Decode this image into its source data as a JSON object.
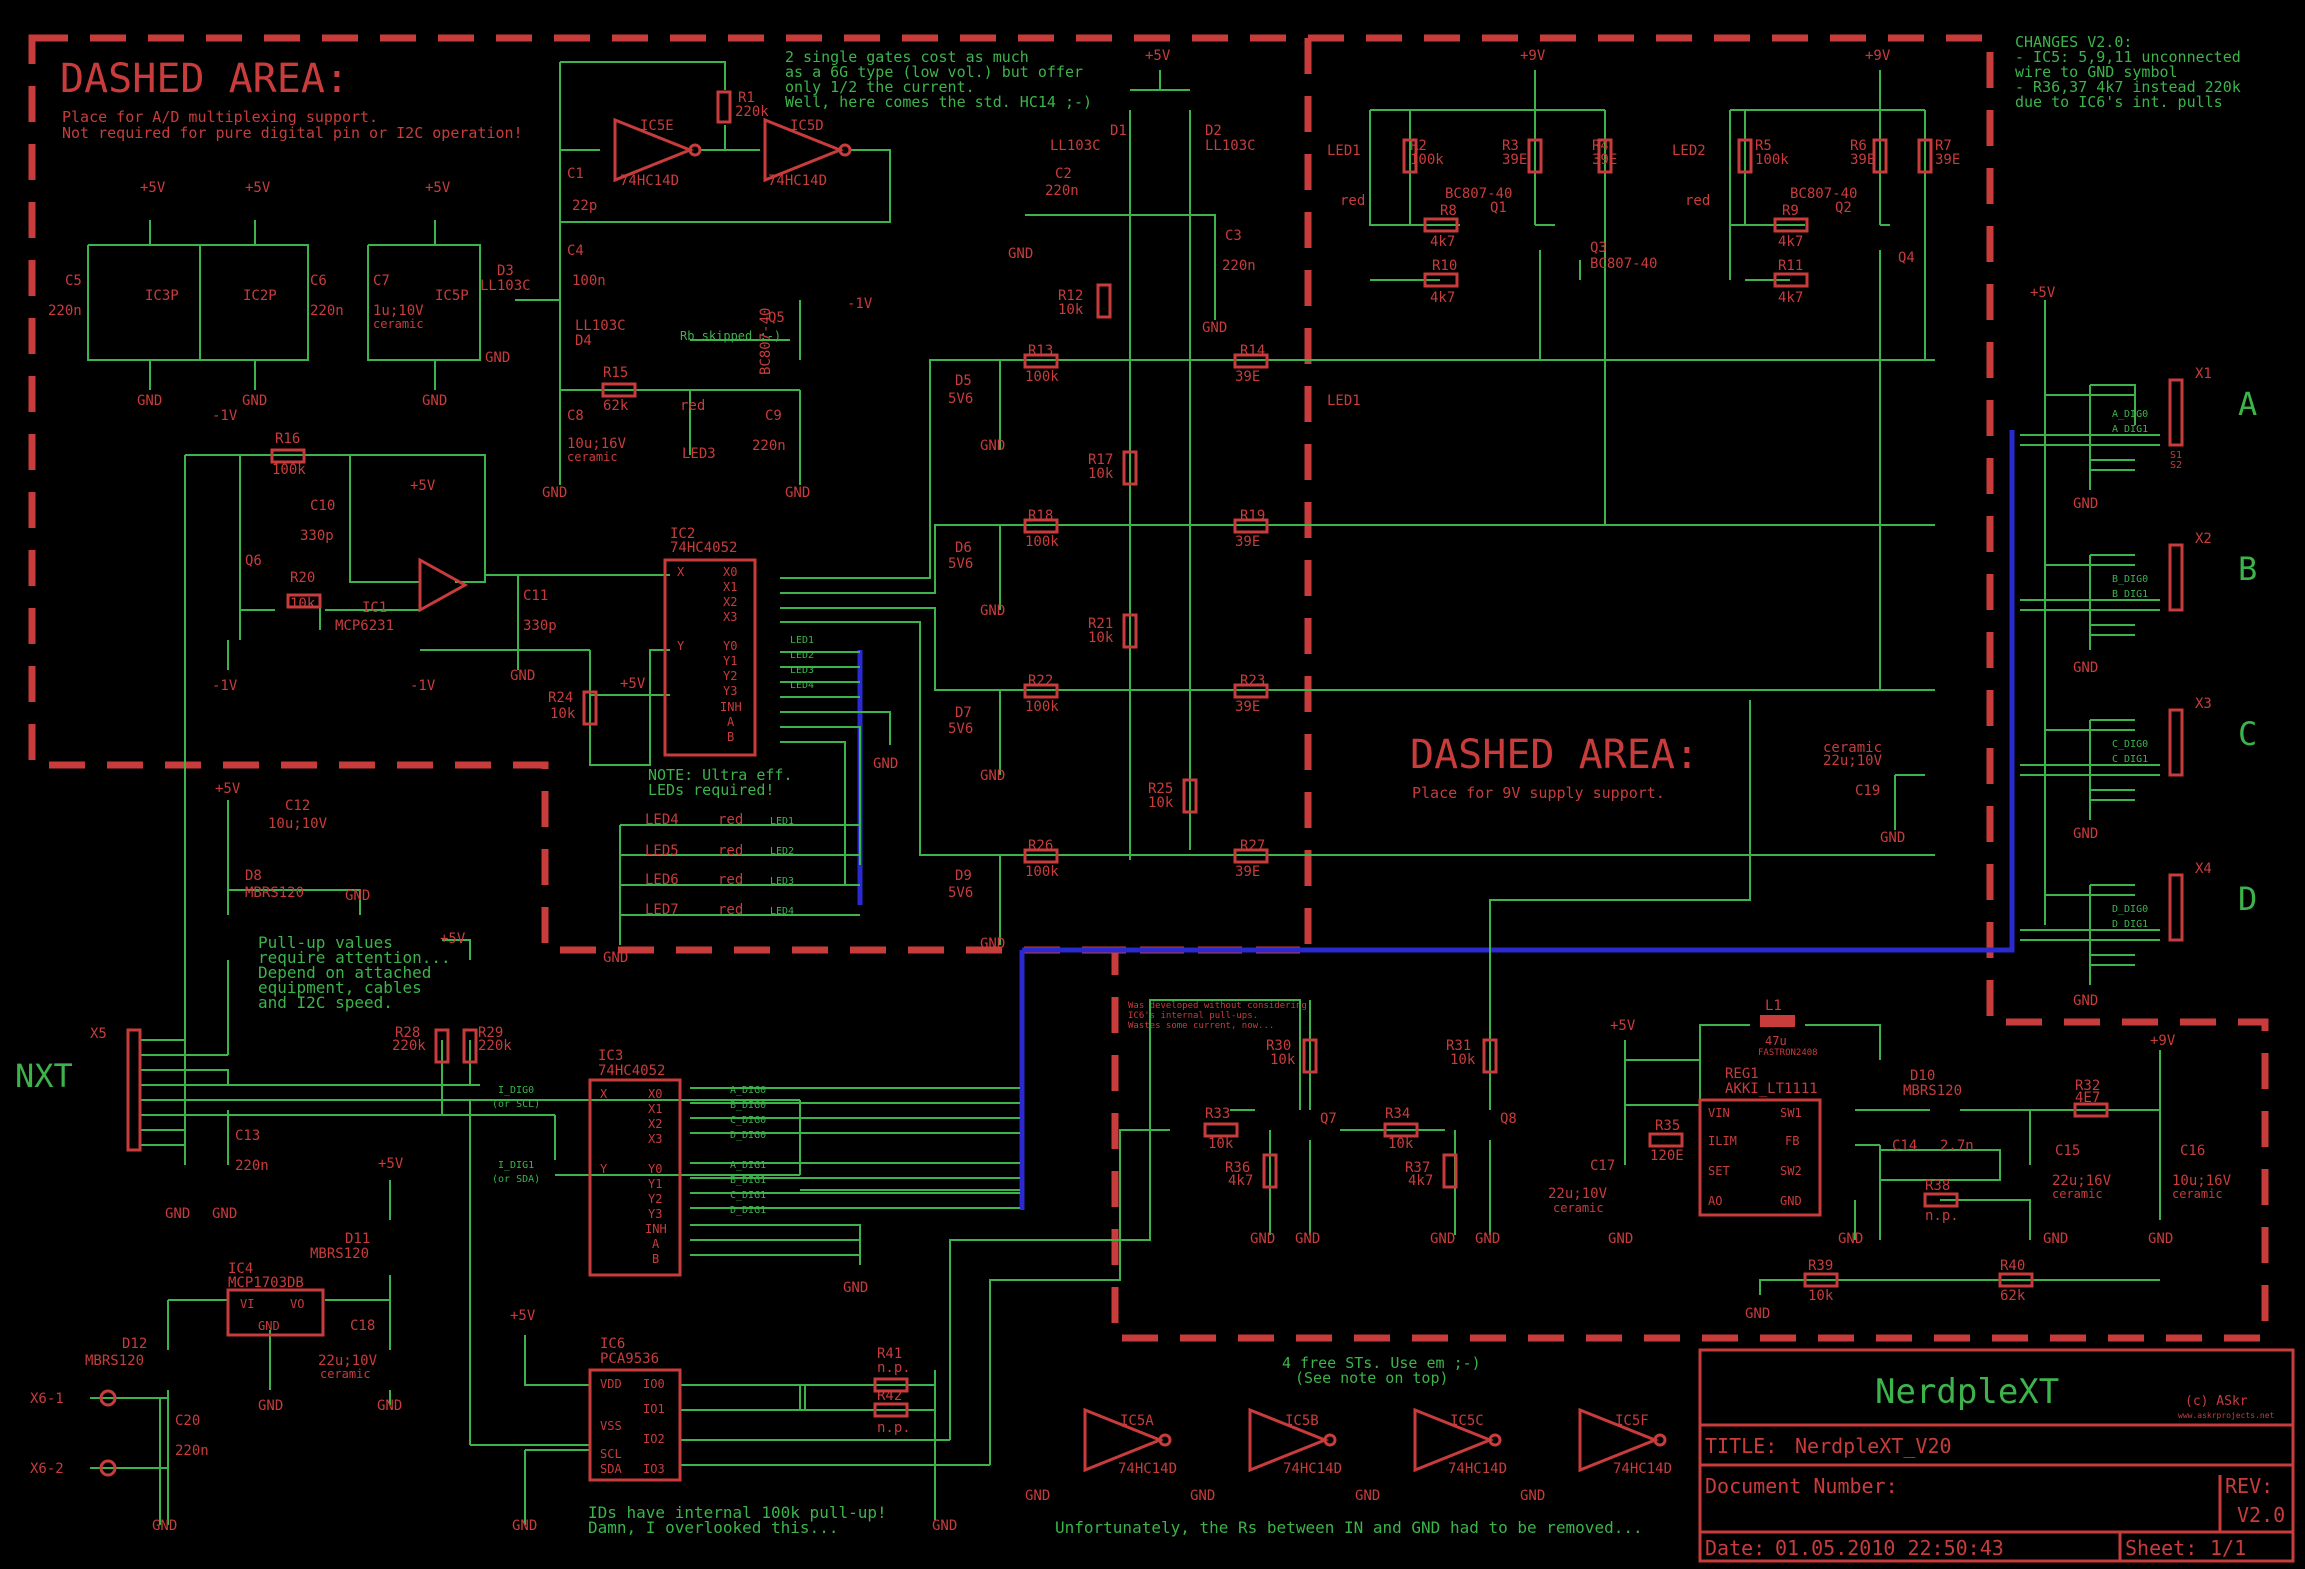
{
  "dashed_area_top": {
    "title": "DASHED AREA:",
    "line1": "Place for A/D multiplexing support.",
    "line2": "Not required for pure digital pin or I2C operation!"
  },
  "dashed_area_right": {
    "title": "DASHED AREA:",
    "line1": "Place for 9V supply support."
  },
  "notes": {
    "hc14": [
      "2 single gates cost as much",
      "as a 6G type (low vol.) but offer",
      "only 1/2 the current.",
      "Well, here comes the std. HC14 ;-)"
    ],
    "changes": [
      "CHANGES V2.0:",
      "- IC5: 5,9,11 unconnected",
      "  wire to GND symbol",
      "- R36,37 4k7 instead 220k",
      "  due to IC6's int. pulls"
    ],
    "rb_skipped": "Rb skipped ;-)",
    "ultra_eff": [
      "NOTE: Ultra eff.",
      "LEDs required!"
    ],
    "pullup": [
      "Pull-up values",
      "require attention...",
      "Depend on attached",
      "equipment, cables",
      "and I2C speed."
    ],
    "developed": [
      "Was developed without considering",
      "IC6's internal pull-ups.",
      "Wastes some current, now..."
    ],
    "free_st": [
      "4 free STs. Use em ;-)",
      "(See note on top)"
    ],
    "ids_pullup": [
      "IDs have internal 100k pull-up!",
      "Damn, I overlooked this..."
    ],
    "rs_removed": "Unfortunately, the Rs between IN and GND had to be removed..."
  },
  "ports": [
    "A",
    "B",
    "C",
    "D"
  ],
  "nxt_label": "NXT",
  "connectors": {
    "x1": "X1",
    "x2": "X2",
    "x3": "X3",
    "x4": "X4",
    "x5": "X5",
    "x6_1": "X6-1",
    "x6_2": "X6-2"
  },
  "title_block": {
    "project": "NerdpleXT",
    "copyright": "(c) ASkr",
    "website": "www.askrprojects.net",
    "title_label": "TITLE:",
    "title_value": "NerdpleXT_V20",
    "doc_label": "Document Number:",
    "rev_label": "REV:",
    "rev_value": "V2.0",
    "date_label": "Date:",
    "date_value": "01.05.2010 22:50:43",
    "sheet_label": "Sheet:",
    "sheet_value": "1/1"
  },
  "colors": {
    "part": "#c83c3c",
    "wire": "#3cb44b",
    "bus": "#2a2ad0",
    "background": "#000000"
  }
}
